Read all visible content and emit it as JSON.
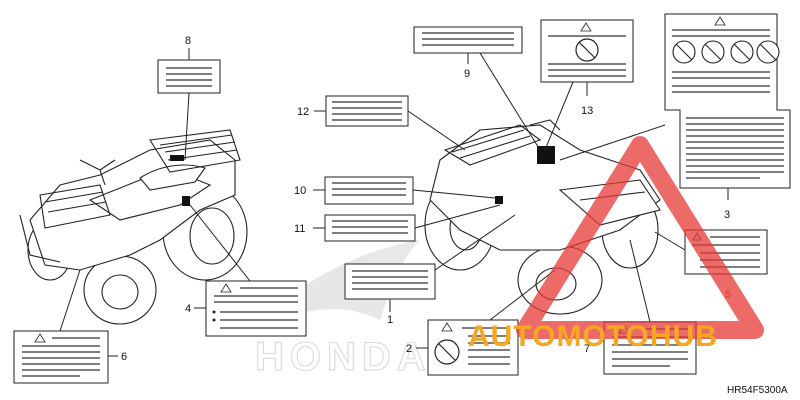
{
  "diagram": {
    "callouts": [
      "1",
      "2",
      "3",
      "4",
      "5",
      "6",
      "7",
      "8",
      "9",
      "10",
      "11",
      "12",
      "13"
    ],
    "part_code": "HR54F5300A"
  },
  "watermark": {
    "brand_left": "AUTO",
    "brand_mid": "MOTO",
    "brand_right": "HUB",
    "text_color": "#f5a623",
    "accent_color": "#e53935"
  },
  "background_logo": "HONDA",
  "colors": {
    "line": "#222222",
    "label_fill": "#ffffff",
    "hatch": "#9e9e9e"
  }
}
